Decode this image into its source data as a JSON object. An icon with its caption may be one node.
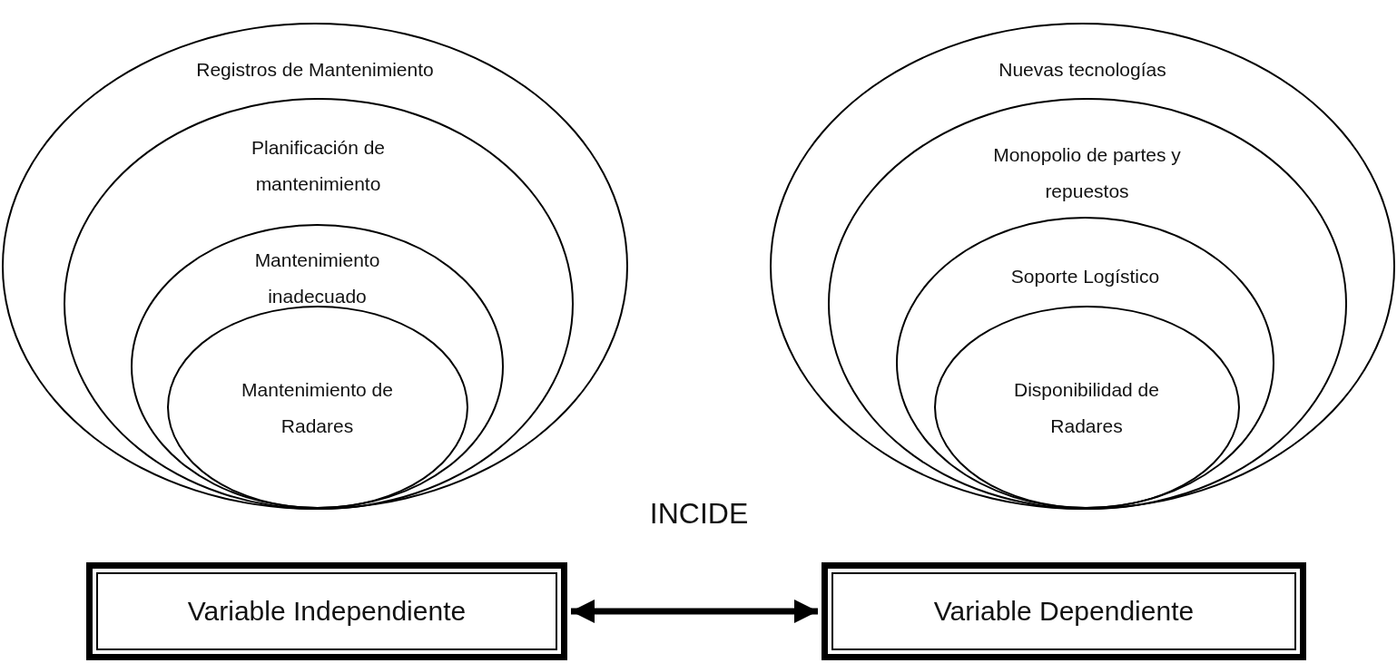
{
  "diagram": {
    "nodes": [
      {
        "text": [
          "Registros de Mantenimiento"
        ]
      },
      {
        "text": [
          "Planificación de mantenimiento"
        ],
        "in": 0
      },
      {
        "text": [
          "Mantenimiento inadecuado"
        ],
        "in": 1
      },
      {
        "text": [
          "Mantenimiento de Radares"
        ],
        "in": 2
      },
      {
        "text": [
          "Nuevas tecnologías"
        ]
      },
      {
        "text": [
          "Monopolio de partes y repuestos"
        ],
        "in": 4
      },
      {
        "text": [
          "Soporte Logístico"
        ],
        "in": 5
      },
      {
        "text": [
          "Disponibilidad de Radares"
        ],
        "in": 6
      },
      {
        "text": [
          "Variable Independiente"
        ]
      },
      {
        "text": [
          "Variable Dependiente"
        ]
      }
    ],
    "edges": [
      {
        "from": 8,
        "to": 9,
        "arrow": "both"
      }
    ],
    "labels": [
      "INCIDE"
    ]
  }
}
